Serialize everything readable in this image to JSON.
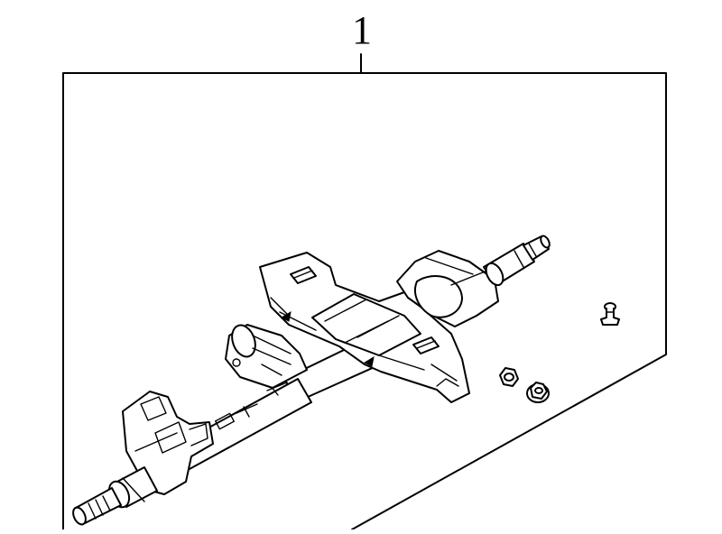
{
  "diagram": {
    "callout": {
      "number": "1"
    },
    "colors": {
      "line": "#000000",
      "background": "#ffffff"
    },
    "parts": [
      {
        "id": "steering-column-assembly",
        "icon": "steering-column-icon"
      },
      {
        "id": "bolt",
        "icon": "bolt-icon"
      },
      {
        "id": "nut",
        "icon": "nut-icon"
      },
      {
        "id": "flange-nut",
        "icon": "flange-nut-icon"
      }
    ]
  }
}
